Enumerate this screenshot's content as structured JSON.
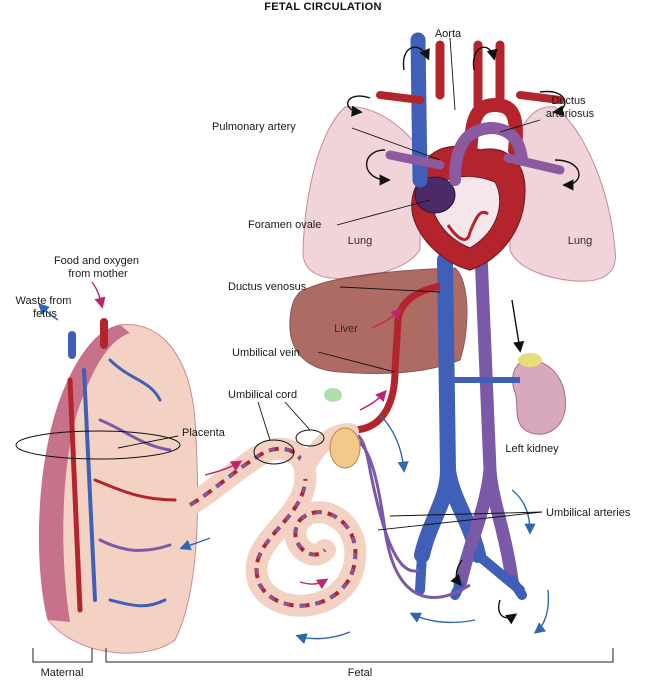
{
  "title": "FETAL CIRCULATION",
  "labels": {
    "aorta": "Aorta",
    "ductus_arteriosus": [
      "Ductus",
      "arteriosus"
    ],
    "pulmonary_artery": "Pulmonary artery",
    "foramen_ovale": "Foramen ovale",
    "lung_left": "Lung",
    "lung_right": "Lung",
    "food_oxygen": [
      "Food and oxygen",
      "from mother"
    ],
    "waste": [
      "Waste from",
      "fetus"
    ],
    "ductus_venosus": "Ductus venosus",
    "liver": "Liver",
    "umbilical_vein": "Umbilical vein",
    "umbilical_cord": "Umbilical cord",
    "placenta": "Placenta",
    "left_kidney": "Left kidney",
    "umbilical_arteries": "Umbilical arteries",
    "maternal": "Maternal",
    "fetal": "Fetal"
  },
  "colors": {
    "oxygenated_red": "#b3242c",
    "deoxygenated_blue": "#3f5fb8",
    "mixed_purple": "#7a5aa8",
    "lung_pink": "#f1d3da",
    "liver_brown": "#a0524a",
    "placenta_tan": "#f3d2c4",
    "flow_arrow_blue": "#2c67b0",
    "flow_arrow_magenta": "#c0246a"
  }
}
